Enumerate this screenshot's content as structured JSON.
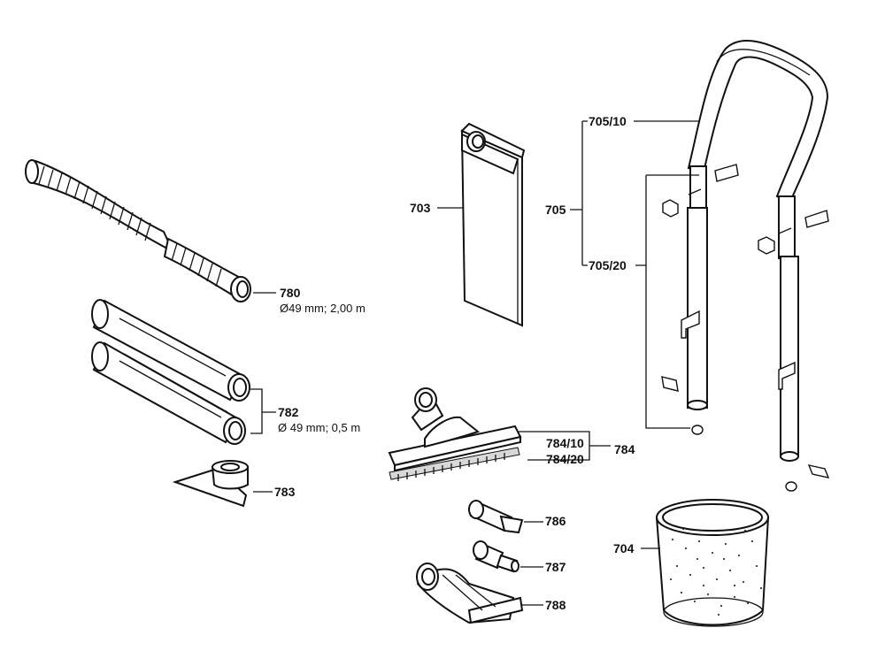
{
  "parts": {
    "p780": {
      "number": "780",
      "spec": "Ø49 mm; 2,00 m"
    },
    "p782": {
      "number": "782",
      "spec": "Ø 49 mm; 0,5 m"
    },
    "p783": {
      "number": "783"
    },
    "p703": {
      "number": "703"
    },
    "p705": {
      "number": "705"
    },
    "p705_10": {
      "number": "705/10"
    },
    "p705_20": {
      "number": "705/20"
    },
    "p784": {
      "number": "784"
    },
    "p784_10": {
      "number": "784/10"
    },
    "p784_20": {
      "number": "784/20"
    },
    "p786": {
      "number": "786"
    },
    "p787": {
      "number": "787"
    },
    "p788": {
      "number": "788"
    },
    "p704": {
      "number": "704"
    }
  }
}
